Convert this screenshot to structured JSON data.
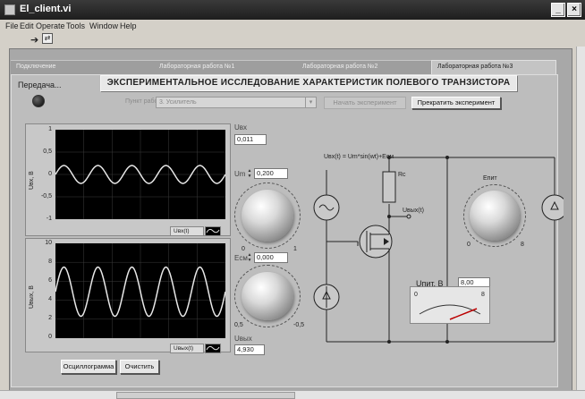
{
  "window": {
    "title": "El_client.vi"
  },
  "menu": [
    "File",
    "Edit",
    "Operate",
    "Tools",
    "Window",
    "Help"
  ],
  "tabs": [
    {
      "label": "Подключение",
      "active": false
    },
    {
      "label": "Лабораторная работа №1",
      "active": false
    },
    {
      "label": "Лабораторная работа №2",
      "active": false
    },
    {
      "label": "Лабораторная работа №3",
      "active": true
    }
  ],
  "status": {
    "led_label": "Передача..."
  },
  "header": {
    "title": "ЭКСПЕРИМЕНТАЛЬНОЕ ИССЛЕДОВАНИЕ ХАРАКТЕРИСТИК ПОЛЕВОГО ТРАНЗИСТОРА"
  },
  "controls": {
    "mode_label": "Пункт работы",
    "mode_value": "3. Усилитель",
    "start_button": "Начать эксперимент",
    "stop_button": "Прекратить эксперимент",
    "osc_button": "Осциллограмма",
    "clear_button": "Очистить"
  },
  "graphs": {
    "top": {
      "ylabel": "Uвх, В",
      "yticks": [
        "1",
        "0,5",
        "0",
        "-0,5",
        "-1"
      ],
      "legend": "Uвх(t)"
    },
    "bottom": {
      "ylabel": "Uвых, В",
      "yticks": [
        "10",
        "8",
        "6",
        "4",
        "2",
        "0"
      ],
      "legend": "Uвых(t)"
    }
  },
  "indicators": {
    "uvx_label": "Uвх",
    "uvx_value": "0,011",
    "um_label": "Um",
    "um_value": "0,200",
    "um_scale_min": "0",
    "um_scale_max": "1",
    "esm_label": "Eсм",
    "esm_value": "0,000",
    "esm_scale_min": "0,5",
    "esm_scale_max": "-0,5",
    "uvyx_label": "Uвых",
    "uvyx_value": "4,930"
  },
  "circuit": {
    "formula": "Uвх(t) = Um*sin(wt)+Eсм",
    "resistor_label": "Rc",
    "output_label": "Uвых(t)",
    "epit_label": "Eпит",
    "epit_scale_min": "0",
    "epit_scale_max": "8",
    "meter_label": "Uпит, В",
    "meter_value": "8,00",
    "meter_scale_min": "0",
    "meter_scale_max": "8"
  },
  "waves": {
    "top": {
      "amplitude": 0.2,
      "offset": 0,
      "ymin": -1,
      "ymax": 1,
      "periods": 5
    },
    "bottom": {
      "amplitude": 2.6,
      "offset": 4.9,
      "ymin": 0,
      "ymax": 10,
      "periods": 5
    }
  },
  "colors": {
    "trace": "#e8e8e8",
    "grid": "#3c3c3c",
    "plot_bg": "#000000"
  }
}
